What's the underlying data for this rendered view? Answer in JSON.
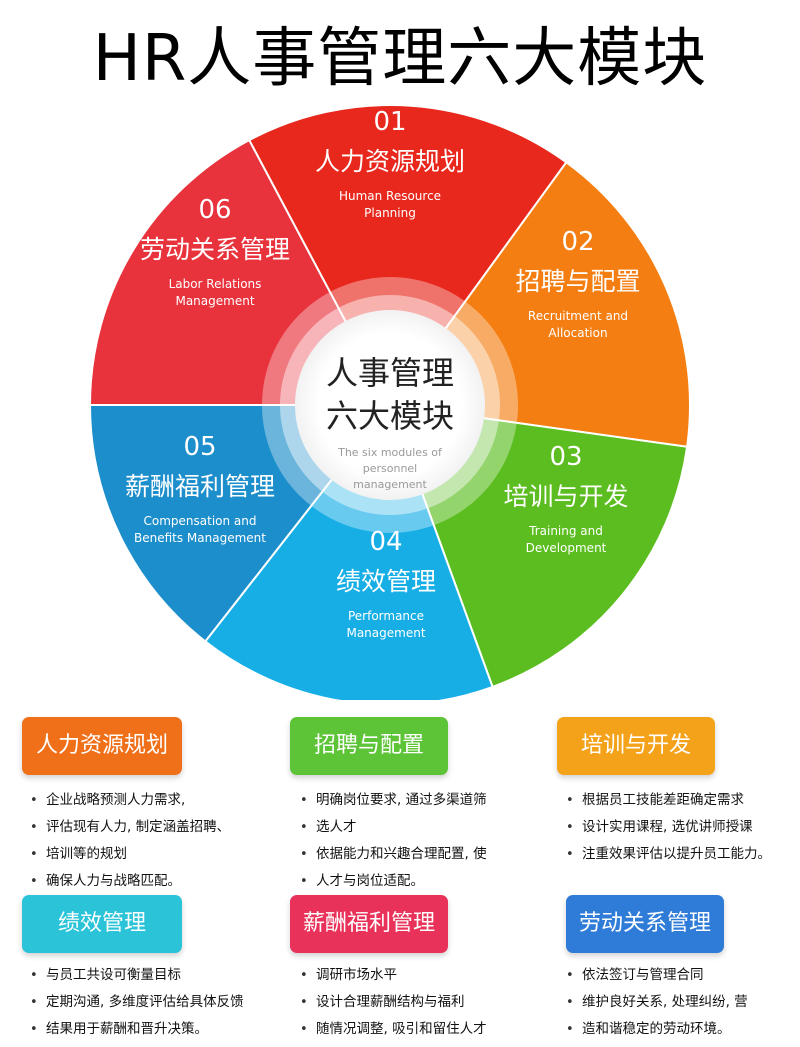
{
  "title": "HR人事管理六大模块",
  "center": {
    "title_line1": "人事管理",
    "title_line2": "六大模块",
    "sub_line1": "The six modules of",
    "sub_line2": "personnel",
    "sub_line3": "management"
  },
  "segments": [
    {
      "num": "01",
      "cn": "人力资源规划",
      "en1": "Human Resource",
      "en2": "Planning",
      "color": "#E8281D",
      "icon": "planning-segment"
    },
    {
      "num": "02",
      "cn": "招聘与配置",
      "en1": "Recruitment and",
      "en2": "Allocation",
      "color": "#F47E12"
    },
    {
      "num": "03",
      "cn": "培训与开发",
      "en1": "Training and",
      "en2": "Development",
      "color": "#5BBD1F"
    },
    {
      "num": "04",
      "cn": "绩效管理",
      "en1": "Performance",
      "en2": "Management",
      "color": "#17AEE6"
    },
    {
      "num": "05",
      "cn": "薪酬福利管理",
      "en1": "Compensation and",
      "en2": "Benefits Management",
      "color": "#1C8ECB"
    },
    {
      "num": "06",
      "cn": "劳动关系管理",
      "en1": "Labor Relations",
      "en2": "Management",
      "color": "#E8323C"
    }
  ],
  "cards": [
    {
      "label": "人力资源规划",
      "color": "#F0701A",
      "items": [
        "企业战略预测人力需求,",
        "评估现有人力, 制定涵盖招聘、",
        "培训等的规划",
        "确保人力与战略匹配。"
      ]
    },
    {
      "label": "招聘与配置",
      "color": "#5CC436",
      "items": [
        "明确岗位要求, 通过多渠道筛",
        "选人才",
        "依据能力和兴趣合理配置, 使",
        "人才与岗位适配。"
      ]
    },
    {
      "label": "培训与开发",
      "color": "#F4A21A",
      "items": [
        "根据员工技能差距确定需求",
        "设计实用课程, 选优讲师授课",
        "注重效果评估以提升员工能力。"
      ]
    },
    {
      "label": "绩效管理",
      "color": "#2BC3D8",
      "items": [
        "与员工共设可衡量目标",
        "定期沟通, 多维度评估给具体反馈",
        "结果用于薪酬和晋升决策。"
      ]
    },
    {
      "label": "薪酬福利管理",
      "color": "#E8325A",
      "items": [
        "调研市场水平",
        "设计合理薪酬结构与福利",
        "随情况调整, 吸引和留住人才"
      ]
    },
    {
      "label": "劳动关系管理",
      "color": "#2F7BD8",
      "items": [
        "依法签订与管理合同",
        "维护良好关系, 处理纠纷, 营",
        "造和谐稳定的劳动环境。"
      ]
    }
  ]
}
